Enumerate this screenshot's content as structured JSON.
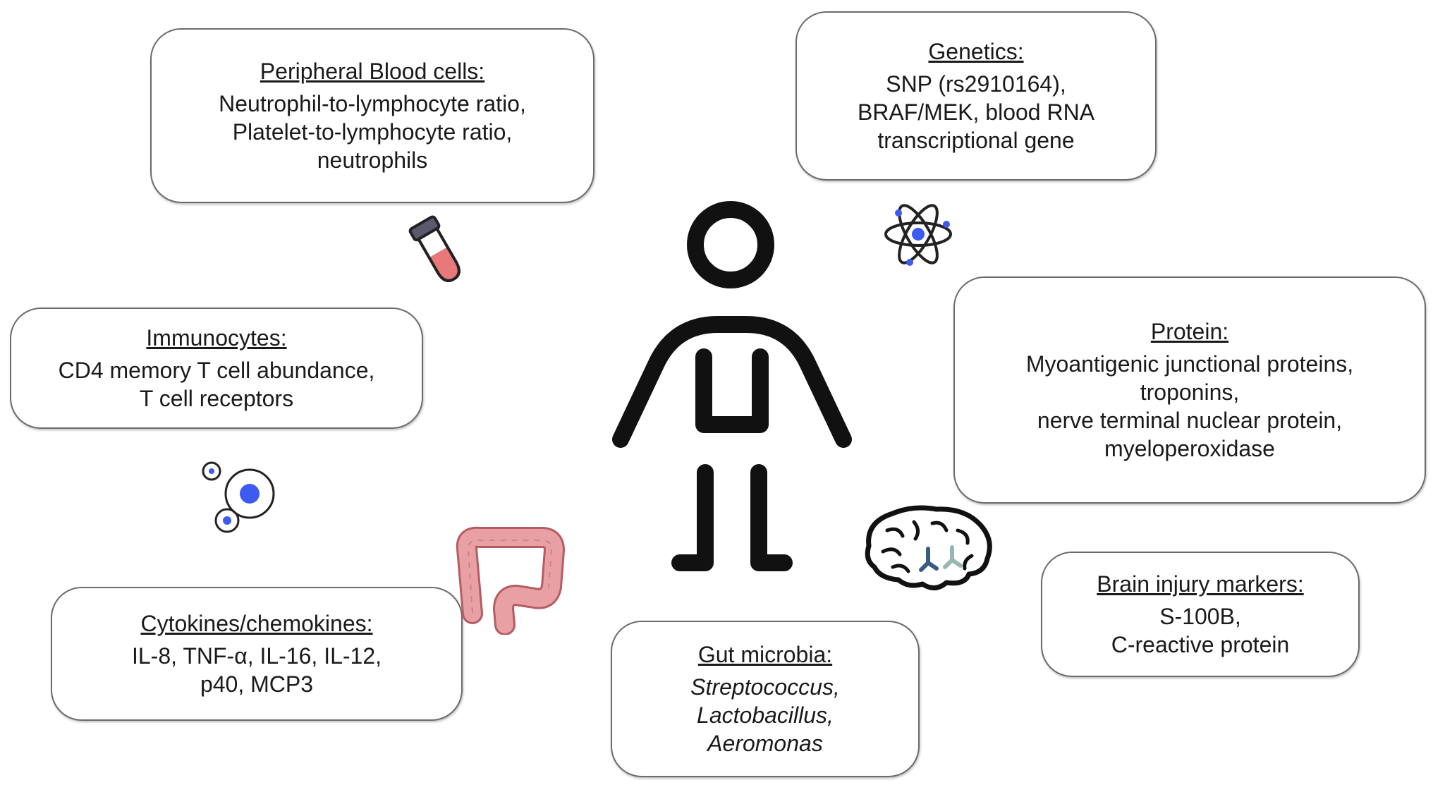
{
  "figure": {
    "boxes": {
      "peripheral": {
        "title": "Peripheral Blood cells:",
        "lines": [
          "Neutrophil-to-lymphocyte ratio,",
          "Platelet-to-lymphocyte ratio,",
          "neutrophils"
        ]
      },
      "genetics": {
        "title": "Genetics:",
        "lines": [
          "SNP (rs2910164),",
          "BRAF/MEK, blood RNA",
          "transcriptional gene"
        ]
      },
      "immunocytes": {
        "title": "Immunocytes:",
        "lines": [
          "CD4 memory T cell abundance,",
          "T cell receptors"
        ]
      },
      "protein": {
        "title": "Protein:",
        "lines": [
          "Myoantigenic junctional proteins,",
          "troponins,",
          "nerve terminal nuclear protein,",
          "myeloperoxidase"
        ]
      },
      "cytokines": {
        "title": "Cytokines/chemokines:",
        "lines": [
          "IL-8, TNF-α, IL-16, IL-12,",
          "p40, MCP3"
        ]
      },
      "gut": {
        "title": "Gut microbia:",
        "lines": [
          "Streptococcus,",
          "Lactobacillus,",
          "Aeromonas"
        ]
      },
      "brain": {
        "title": "Brain injury markers:",
        "lines": [
          "S-100B,",
          "C-reactive protein"
        ]
      }
    },
    "icons": {
      "person": "person-icon",
      "test_tube": "test-tube-icon",
      "atom": "atom-icon",
      "cells": "cells-icon",
      "intestine": "intestine-icon",
      "brain": "brain-icon"
    },
    "colors": {
      "border": "#6b6b6b",
      "text": "#1a1a1a",
      "accent_blue": "#3d5af1",
      "tube_fill": "#e8787a",
      "intestine": "#e9a0a4"
    }
  }
}
